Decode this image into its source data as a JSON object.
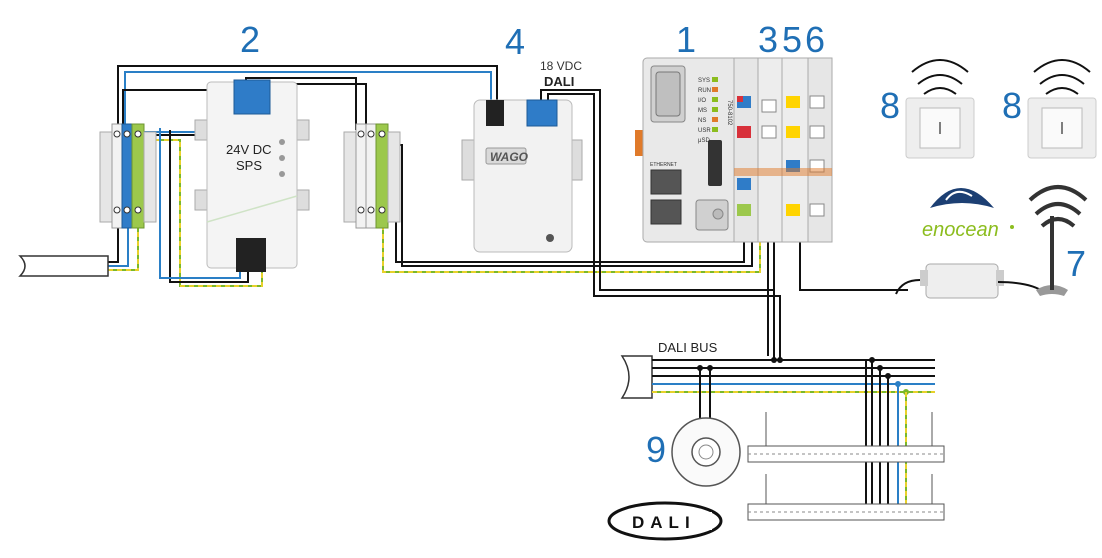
{
  "labels": {
    "n1": "1",
    "n2": "2",
    "n3": "3",
    "n4": "4",
    "n5": "5",
    "n6": "6",
    "n7": "7",
    "n8a": "8",
    "n8b": "8",
    "n9": "9"
  },
  "power_supply": {
    "line1": "24V DC",
    "line2": "SPS"
  },
  "dali_supply": {
    "voltage": "18 VDC",
    "name": "DALI",
    "brand": "WAGO"
  },
  "controller": {
    "model": "750-8102",
    "leds": [
      "SYS",
      "RUN",
      "I/O",
      "MS",
      "NS",
      "USR",
      "μSD"
    ],
    "ports": [
      "ETHERNET"
    ]
  },
  "bus": {
    "label": "DALI BUS"
  },
  "logos": {
    "enocean": "enocean",
    "dali": "DALI"
  },
  "colors": {
    "accent_blue": "#1f6fb5",
    "wire_black": "#111111",
    "wire_blue": "#2a7fc6",
    "wire_green": "#7bb82a",
    "wire_yellow": "#e8d12b",
    "enocean_green": "#8cbd1f",
    "enocean_navy": "#1c3f73"
  }
}
